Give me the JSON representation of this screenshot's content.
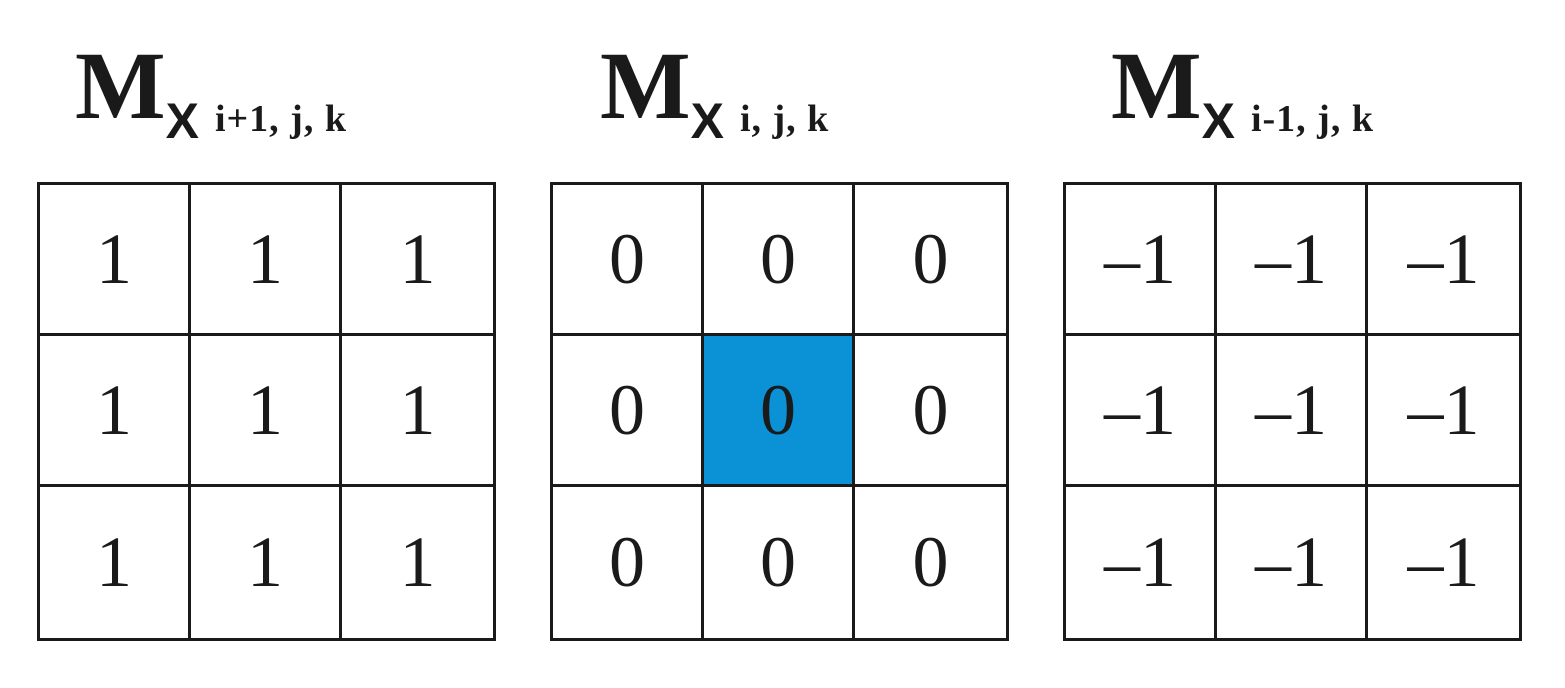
{
  "colors": {
    "highlight": "#0a91d6",
    "grid_line": "#1a1a1a",
    "background": "#ffffff"
  },
  "matrices": [
    {
      "symbol": "M",
      "variable": "X",
      "subscript": "i+1, j, k",
      "cells": [
        [
          "1",
          "1",
          "1"
        ],
        [
          "1",
          "1",
          "1"
        ],
        [
          "1",
          "1",
          "1"
        ]
      ],
      "highlight": null
    },
    {
      "symbol": "M",
      "variable": "X",
      "subscript": "i, j, k",
      "cells": [
        [
          "0",
          "0",
          "0"
        ],
        [
          "0",
          "0",
          "0"
        ],
        [
          "0",
          "0",
          "0"
        ]
      ],
      "highlight": [
        1,
        1
      ]
    },
    {
      "symbol": "M",
      "variable": "X",
      "subscript": "i-1, j, k",
      "cells": [
        [
          "–1",
          "–1",
          "–1"
        ],
        [
          "–1",
          "–1",
          "–1"
        ],
        [
          "–1",
          "–1",
          "–1"
        ]
      ],
      "highlight": null
    }
  ]
}
